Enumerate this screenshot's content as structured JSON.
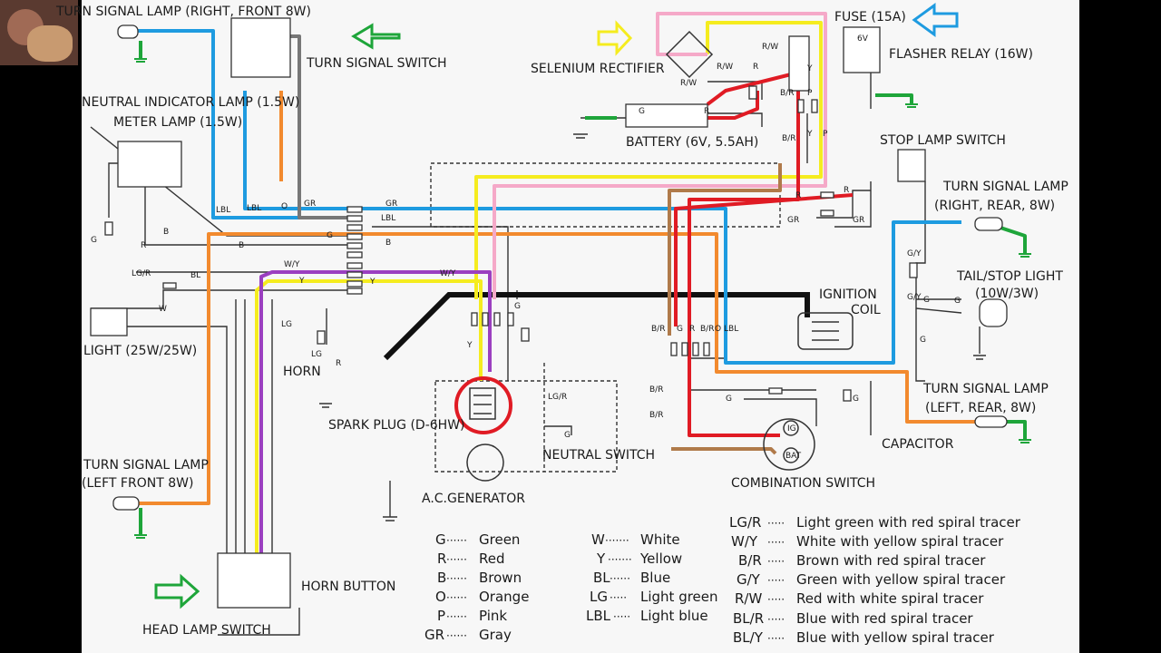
{
  "labels": {
    "turn_signal_right_front": "TURN SIGNAL LAMP (RIGHT, FRONT 8W)",
    "turn_signal_switch": "TURN SIGNAL SWITCH",
    "selenium_rectifier": "SELENIUM RECTIFIER",
    "fuse": "FUSE (15A)",
    "flasher_relay": "FLASHER RELAY (16W)",
    "flasher_6v": "6V",
    "neutral_indicator": "NEUTRAL INDICATOR LAMP (1.5W)",
    "meter_lamp": "METER LAMP (1.5W)",
    "battery": "BATTERY (6V, 5.5AH)",
    "stop_lamp_switch": "STOP LAMP SWITCH",
    "turn_signal_right_rear_1": "TURN SIGNAL LAMP",
    "turn_signal_right_rear_2": "(RIGHT, REAR, 8W)",
    "tail_stop_1": "TAIL/STOP LIGHT",
    "tail_stop_2": "(10W/3W)",
    "ignition_coil_1": "IGNITION",
    "ignition_coil_2": "COIL",
    "head_light": "LIGHT (25W/25W)",
    "horn": "HORN",
    "spark_plug": "SPARK PLUG (D-6HW)",
    "neutral_switch": "NEUTRAL SWITCH",
    "turn_signal_left_rear_1": "TURN SIGNAL LAMP",
    "turn_signal_left_rear_2": "(LEFT, REAR, 8W)",
    "capacitor": "CAPACITOR",
    "turn_signal_left_front_1": "TURN SIGNAL LAMP",
    "turn_signal_left_front_2": "(LEFT FRONT 8W)",
    "ac_generator": "A.C.GENERATOR",
    "combination_switch": "COMBINATION SWITCH",
    "horn_button": "HORN BUTTON",
    "head_lamp_switch": "HEAD LAMP SWITCH"
  },
  "wire_codes": {
    "gr": "GR",
    "lbl": "LBL",
    "o": "O",
    "b": "B",
    "r": "R",
    "g": "G",
    "lg_r": "LG/R",
    "bl": "BL",
    "w": "W",
    "w_y": "W/Y",
    "y": "Y",
    "lg": "LG",
    "r_w": "R/W",
    "b_r": "B/R",
    "g_y": "G/Y",
    "p": "P",
    "lg_slash_r": "LG/R",
    "ig": "IG",
    "bat": "BAT"
  },
  "legend_colors": [
    {
      "code": "G",
      "name": "Green"
    },
    {
      "code": "R",
      "name": "Red"
    },
    {
      "code": "B",
      "name": "Brown"
    },
    {
      "code": "O",
      "name": "Orange"
    },
    {
      "code": "P",
      "name": "Pink"
    },
    {
      "code": "GR",
      "name": "Gray"
    }
  ],
  "legend_colors_2": [
    {
      "code": "W",
      "name": "White"
    },
    {
      "code": "Y",
      "name": "Yellow"
    },
    {
      "code": "BL",
      "name": "Blue"
    },
    {
      "code": "LG",
      "name": "Light green"
    },
    {
      "code": "LBL",
      "name": "Light blue"
    }
  ],
  "legend_tracers": [
    {
      "code": "LG/R",
      "name": "Light green with red spiral tracer"
    },
    {
      "code": "W/Y",
      "name": "White with yellow spiral tracer"
    },
    {
      "code": "B/R",
      "name": "Brown with red spiral tracer"
    },
    {
      "code": "G/Y",
      "name": "Green with yellow spiral tracer"
    },
    {
      "code": "R/W",
      "name": "Red with white spiral tracer"
    },
    {
      "code": "BL/R",
      "name": "Blue with red spiral tracer"
    },
    {
      "code": "BL/Y",
      "name": "Blue with yellow spiral tracer"
    }
  ],
  "colors": {
    "blue": "#1e9be0",
    "orange": "#f28a2e",
    "yellow": "#f5ec1f",
    "red": "#e01b24",
    "pink": "#f5a9c8",
    "brown": "#b07a4a",
    "purple": "#9b3fc0",
    "green": "#1ea53a",
    "black": "#111111",
    "gray": "#777777",
    "line": "#333333"
  }
}
